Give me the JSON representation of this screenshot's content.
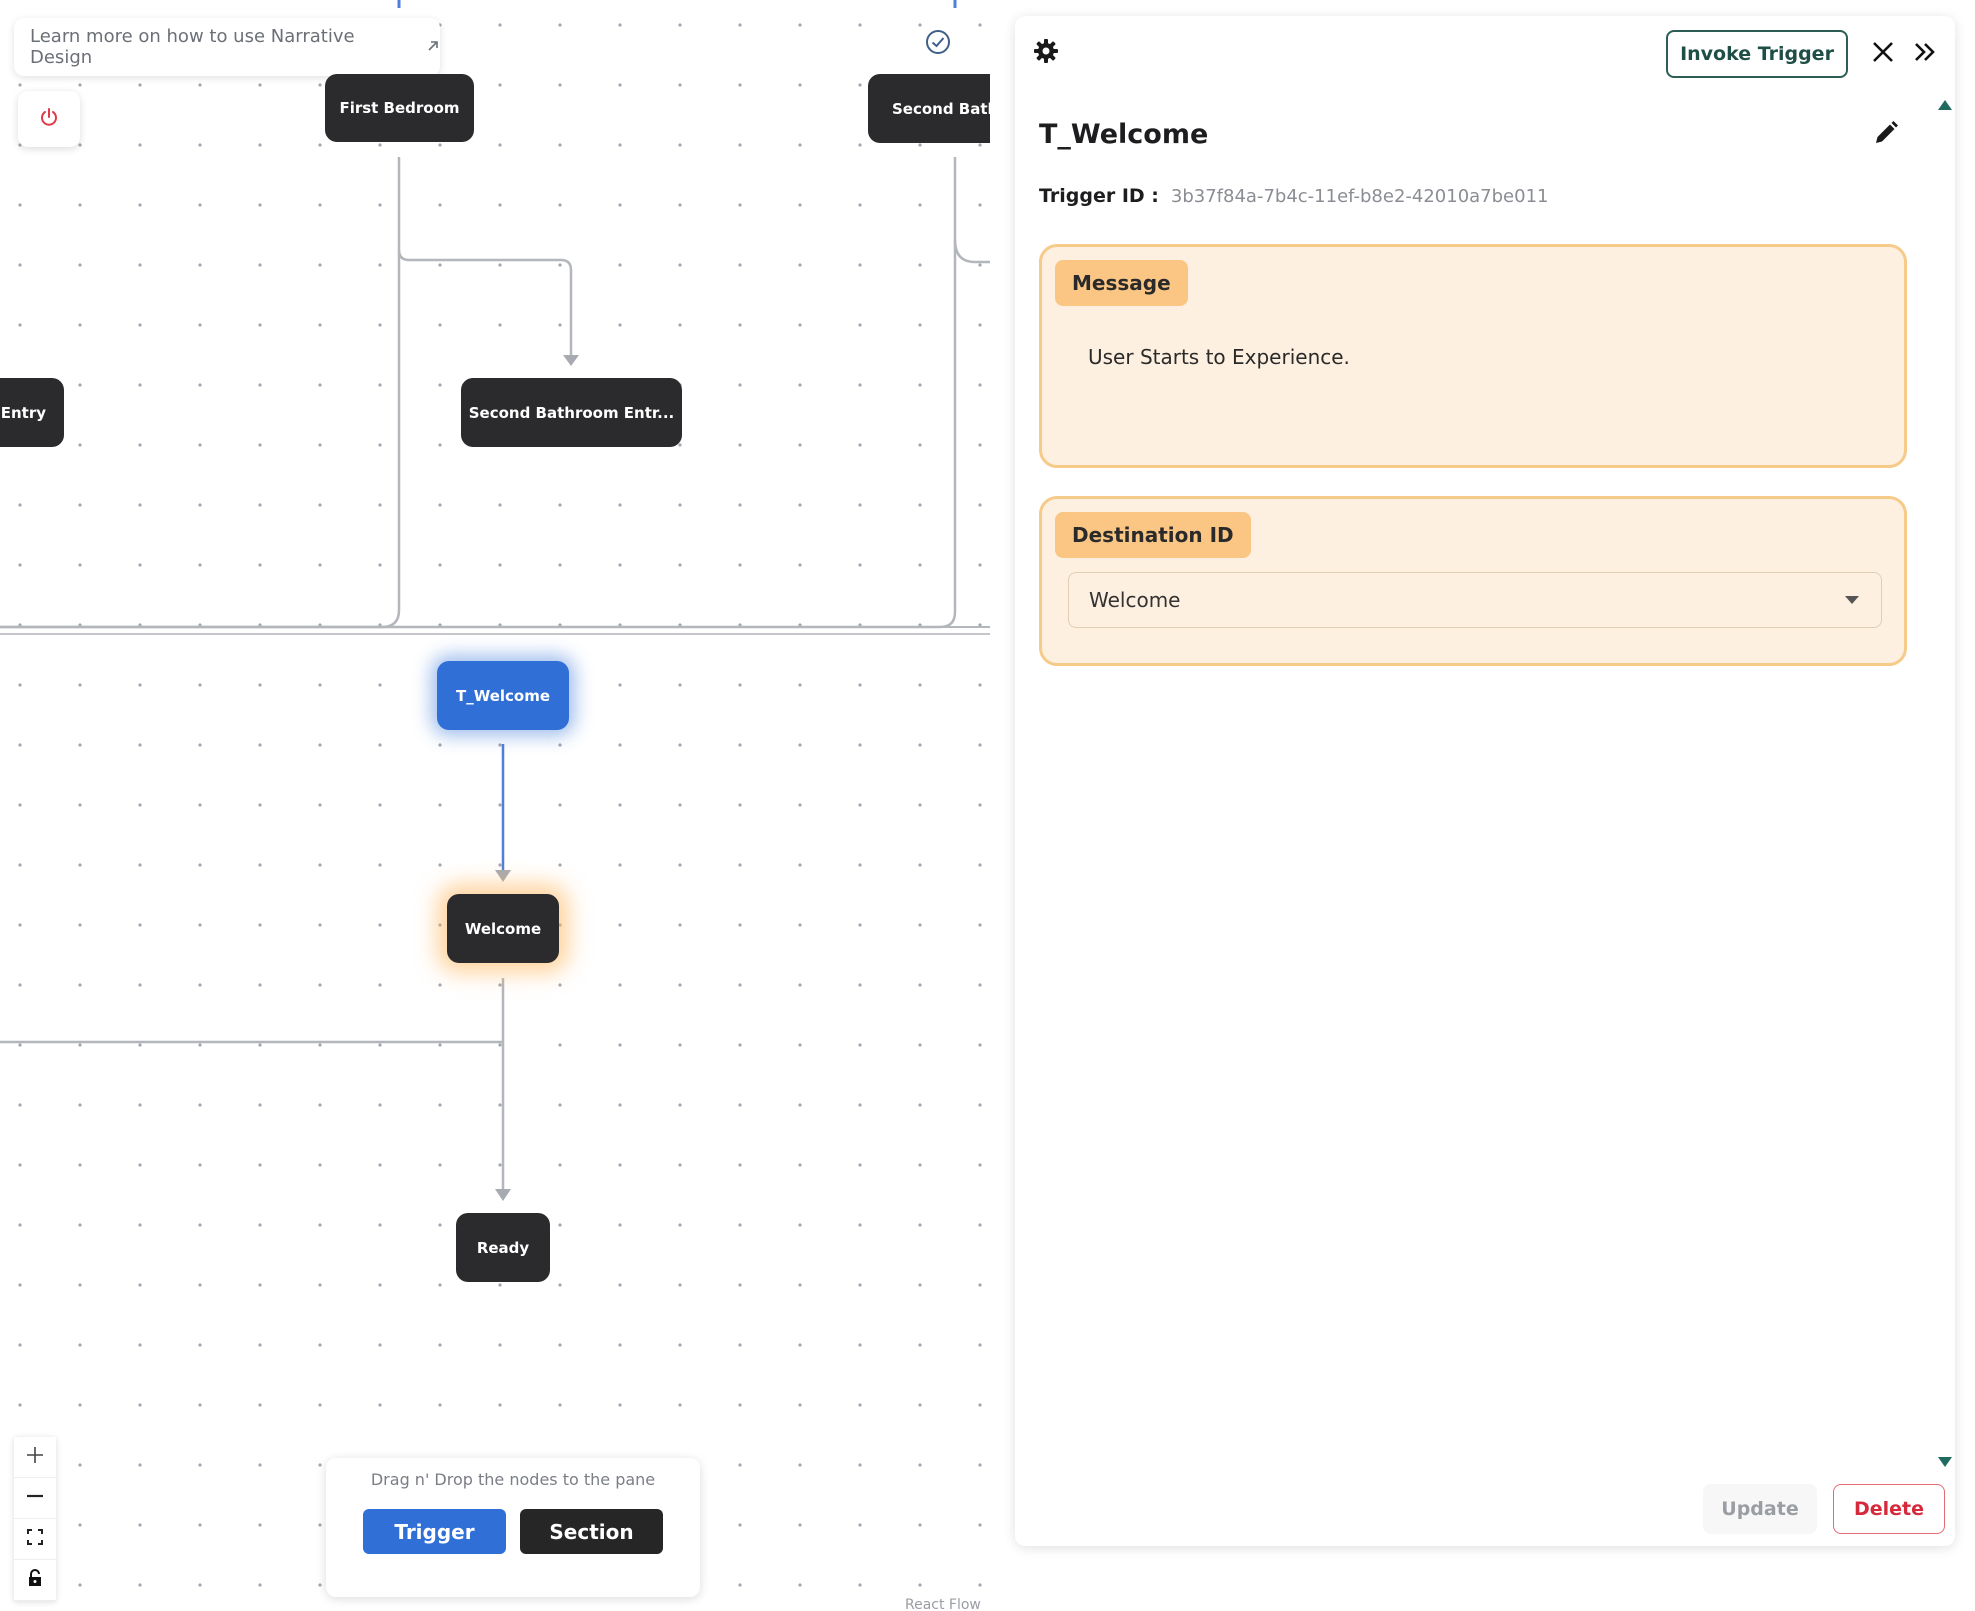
{
  "canvas": {
    "learn_more": "Learn more on how to use Narrative Design",
    "nodes": {
      "first_bedroom": "First Bedroom",
      "second_bathroom": "Second Bathr",
      "entry": "Entry",
      "second_bathroom_entry": "Second Bathroom Entr...",
      "t_welcome": "T_Welcome",
      "welcome": "Welcome",
      "ready": "Ready"
    },
    "drag_hint": "Drag n' Drop the nodes to the pane",
    "trigger_button": "Trigger",
    "section_button": "Section",
    "attribution": "React Flow"
  },
  "panel": {
    "invoke_button": "Invoke Trigger",
    "title": "T_Welcome",
    "trigger_id_label": "Trigger ID :",
    "trigger_id_value": "3b37f84a-7b4c-11ef-b8e2-42010a7be011",
    "message_label": "Message",
    "message_text": "User Starts to Experience.",
    "destination_label": "Destination ID",
    "destination_value": "Welcome",
    "update_button": "Update",
    "delete_button": "Delete"
  },
  "colors": {
    "trigger_blue": "#2f6fd6",
    "node_dark": "#2b2b2d",
    "card_bg": "#fdf0e0",
    "card_border": "#f6ca88",
    "tag_bg": "#fbc584",
    "delete_red": "#d6293b",
    "invoke_green": "#1f4e46"
  }
}
